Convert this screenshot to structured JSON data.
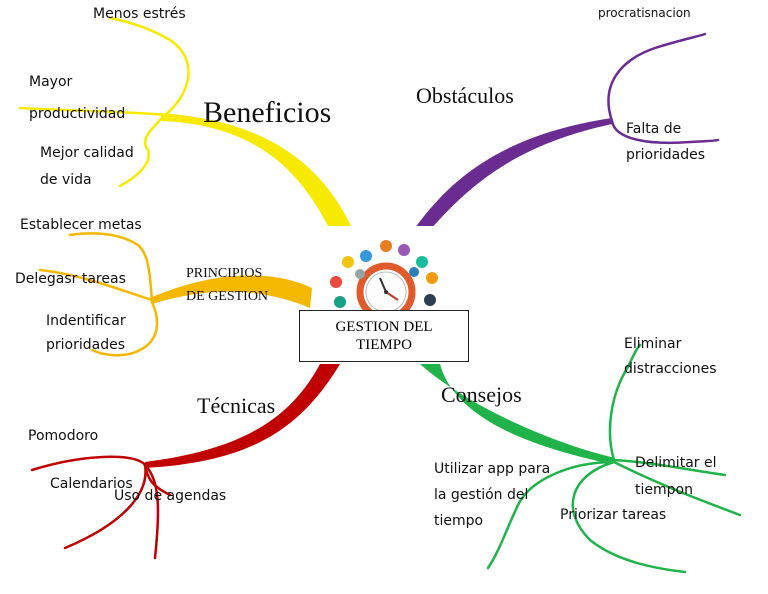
{
  "center": {
    "title": "GESTION DEL\nTIEMPO",
    "icon": "clock-icon"
  },
  "branches": {
    "beneficios": {
      "label": "Beneficios",
      "color": "#f7ea00",
      "items": [
        "Menos estrés",
        "Mayor",
        "productividad",
        "Mejor calidad",
        "de vida"
      ]
    },
    "obstaculos": {
      "label": "Obstáculos",
      "color": "#6a2c91",
      "items": [
        "procratisnacion",
        "Falta de",
        "prioridades"
      ]
    },
    "principios": {
      "label": "PRINCIPIOS\nDE GESTION",
      "color": "#f5b800",
      "items": [
        "Establecer metas",
        "Delegasr tareas",
        "Indentificar",
        "prioridades"
      ]
    },
    "tecnicas": {
      "label": "Técnicas",
      "color": "#c00000",
      "items": [
        "Pomodoro",
        "Calendarios",
        "Uso de agendas"
      ]
    },
    "consejos": {
      "label": "Consejos",
      "color": "#1fb34a",
      "items": [
        "Eliminar",
        "distracciones",
        "Delimitar el",
        "tiempon",
        "Utilizar app para",
        "la gestión del",
        "tiempo",
        "Priorizar tareas"
      ]
    }
  }
}
